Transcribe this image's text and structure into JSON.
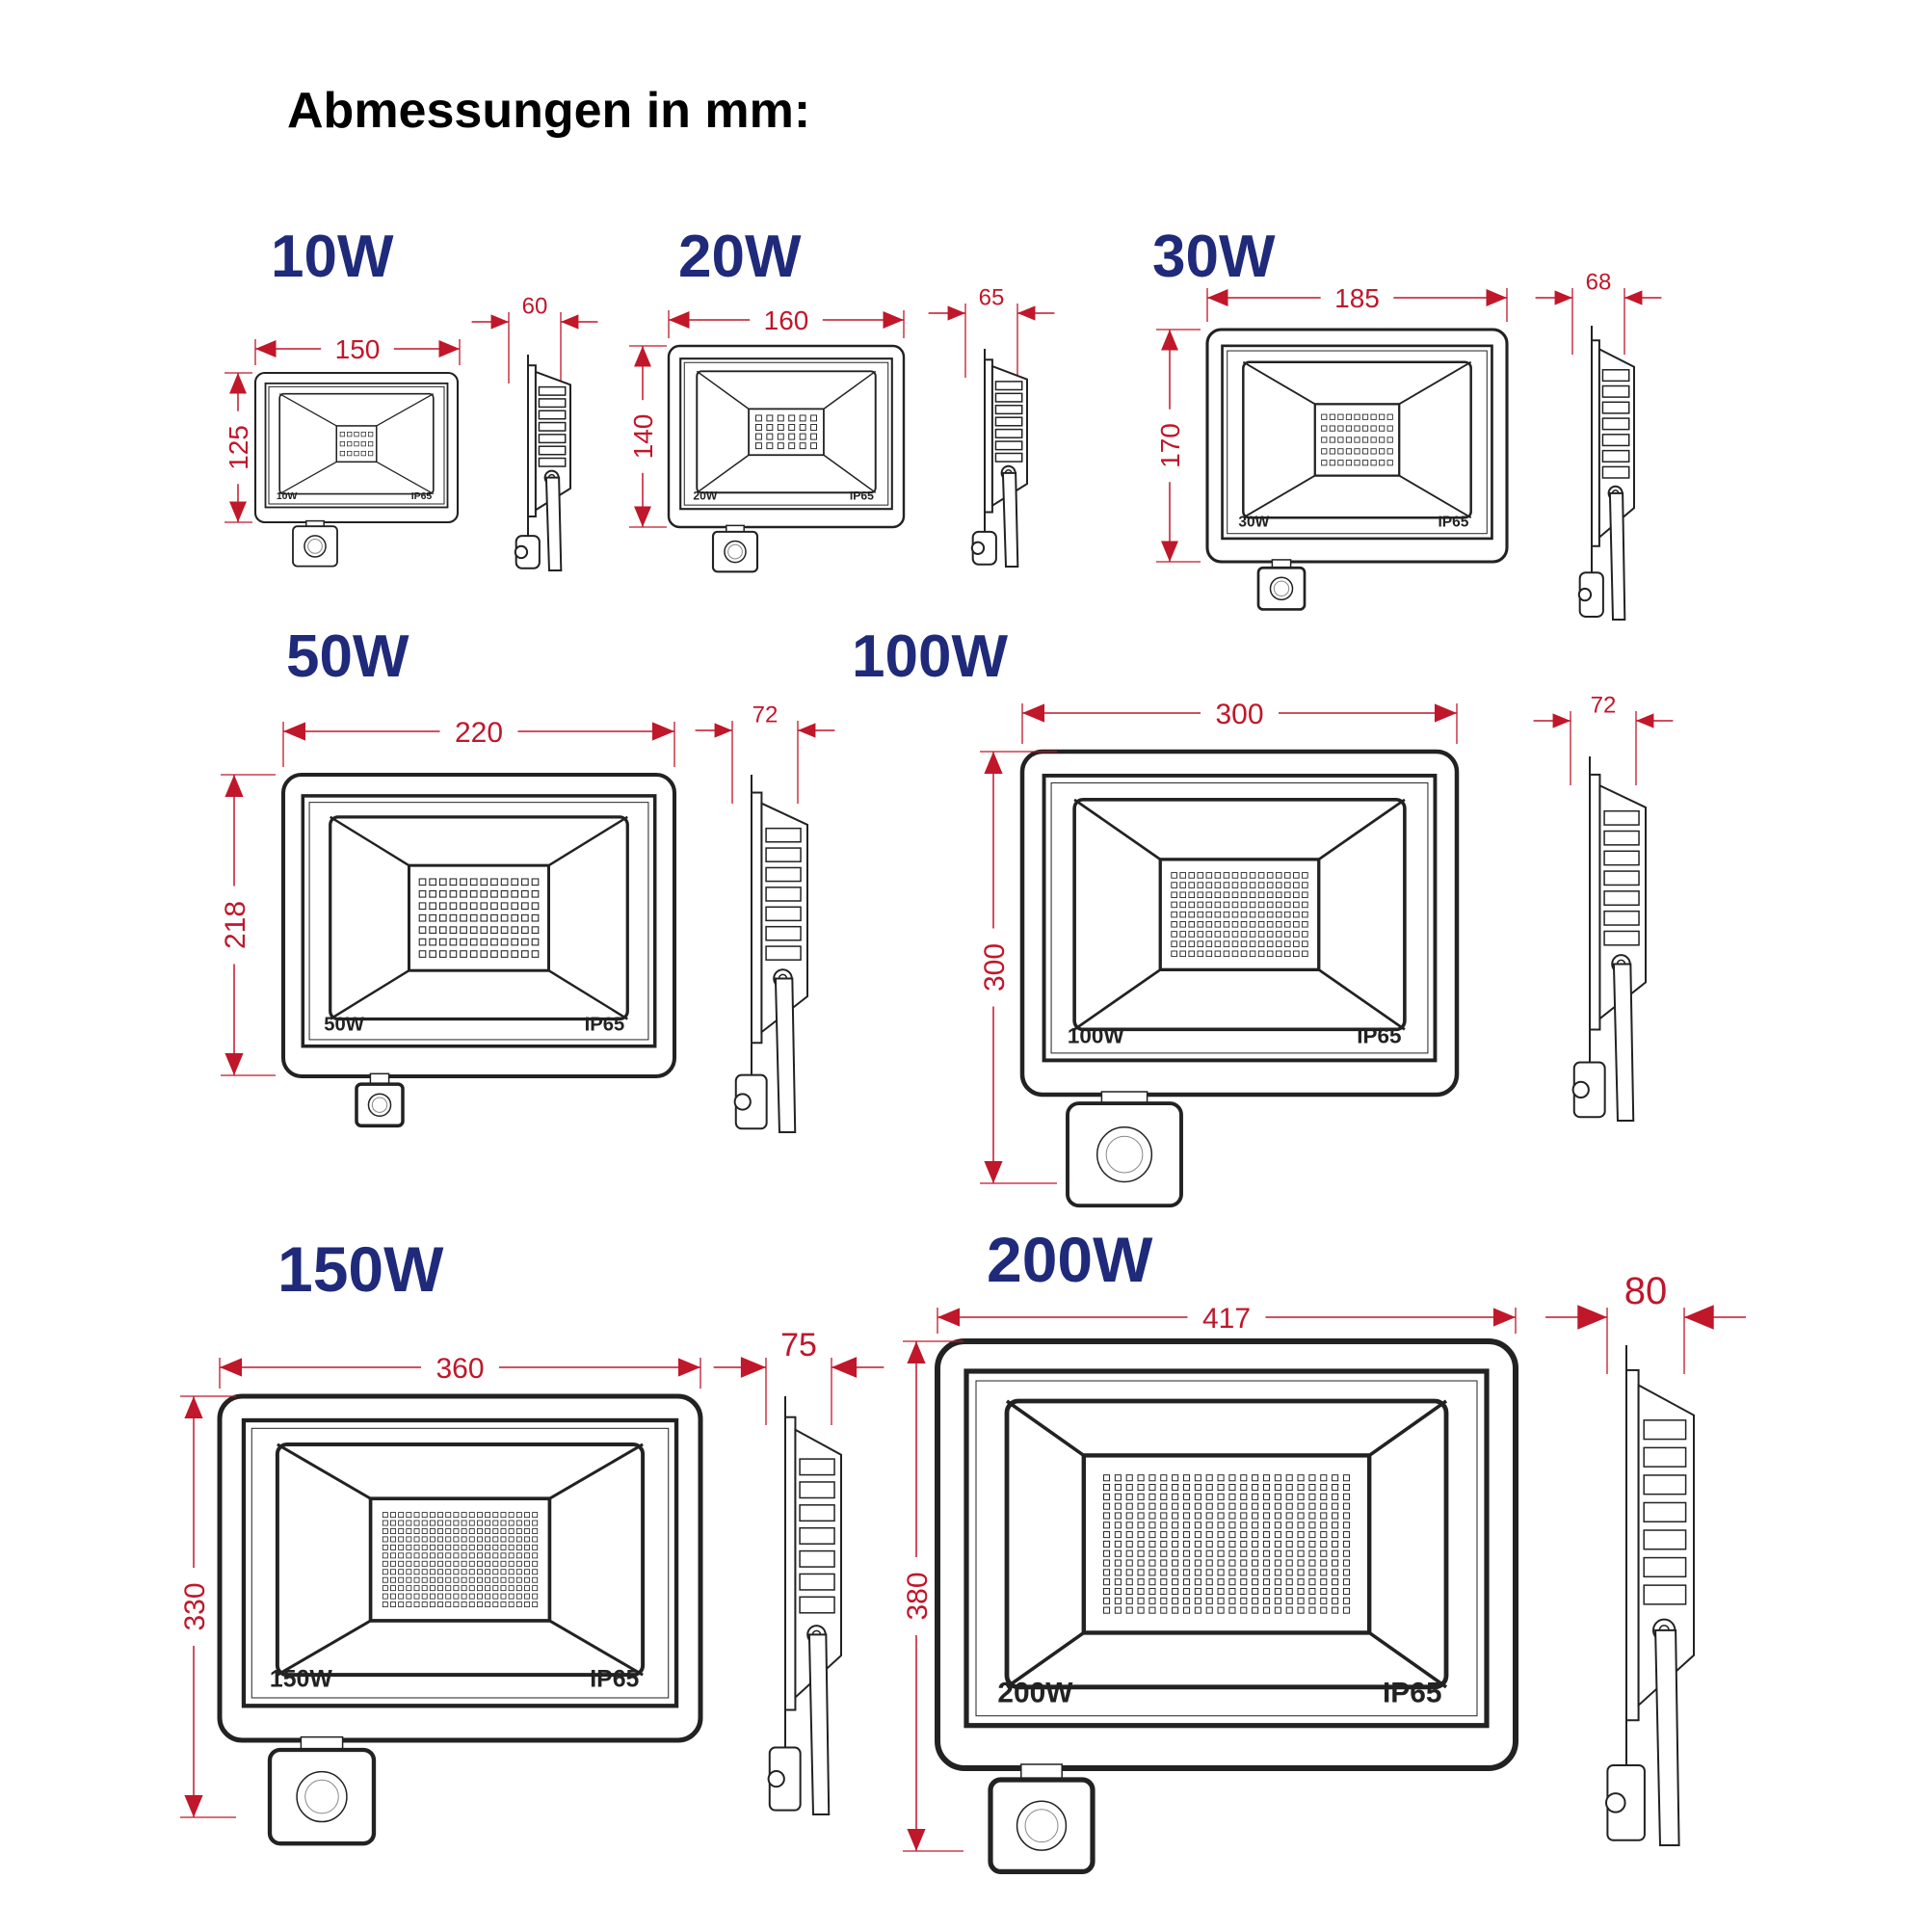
{
  "page_title": "Abmessungen in mm:",
  "colors": {
    "title": "#000000",
    "heading": "#1f2a7a",
    "dimension": "#c0172a",
    "outline": "#222222"
  },
  "products": [
    {
      "key": "10w",
      "heading": "10W",
      "width": "150",
      "height": "125",
      "depth": "60",
      "front_model_label": "10W",
      "front_ip_label": "IP65"
    },
    {
      "key": "20w",
      "heading": "20W",
      "width": "160",
      "height": "140",
      "depth": "65",
      "front_model_label": "20W",
      "front_ip_label": "IP65"
    },
    {
      "key": "30w",
      "heading": "30W",
      "width": "185",
      "height": "170",
      "depth": "68",
      "front_model_label": "30W",
      "front_ip_label": "IP65"
    },
    {
      "key": "50w",
      "heading": "50W",
      "width": "220",
      "height": "218",
      "depth": "72",
      "front_model_label": "50W",
      "front_ip_label": "IP65"
    },
    {
      "key": "100w",
      "heading": "100W",
      "width": "300",
      "height": "300",
      "depth": "72",
      "front_model_label": "100W",
      "front_ip_label": "IP65"
    },
    {
      "key": "150w",
      "heading": "150W",
      "width": "360",
      "height": "330",
      "depth": "75",
      "front_model_label": "150W",
      "front_ip_label": "IP65"
    },
    {
      "key": "200w",
      "heading": "200W",
      "width": "417",
      "height": "380",
      "depth": "80",
      "front_model_label": "200W",
      "front_ip_label": "IP65"
    }
  ]
}
